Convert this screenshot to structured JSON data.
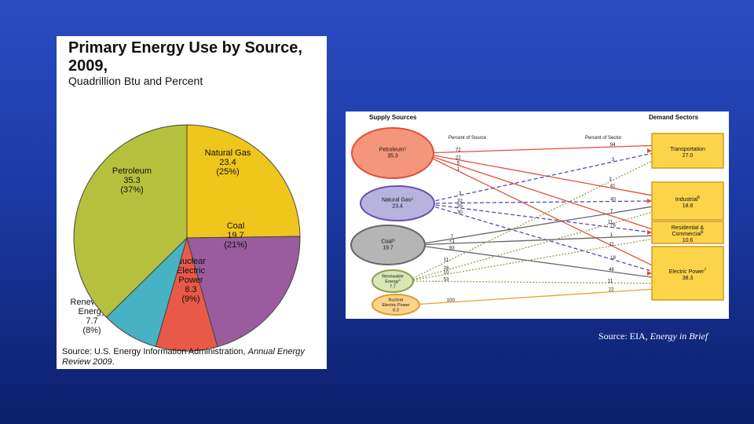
{
  "pie": {
    "title": "Primary Energy Use by Source, 2009,",
    "subtitle": "Quadrillion Btu and Percent",
    "source_prefix": "Source: U.S. Energy Information Administration, ",
    "source_italic": "Annual Energy Review 2009",
    "source_suffix": "."
  },
  "chart_data": [
    {
      "type": "pie",
      "title": "Primary Energy Use by Source, 2009,",
      "subtitle": "Quadrillion Btu and Percent",
      "slices": [
        {
          "label": "Natural Gas",
          "value": 23.4,
          "percent": "(25%)",
          "color": "#efc61c"
        },
        {
          "label": "Coal",
          "value": 19.7,
          "percent": "(21%)",
          "color": "#9a5c9c"
        },
        {
          "label": "Nuclear Electric Power",
          "value": 8.3,
          "percent": "(9%)",
          "color": "#e85a47"
        },
        {
          "label": "Renewable Energy",
          "value": 7.7,
          "percent": "(8%)",
          "color": "#47b2c1"
        },
        {
          "label": "Petroleum",
          "value": 35.3,
          "percent": "(37%)",
          "color": "#b5c13c"
        }
      ]
    },
    {
      "type": "flow",
      "supply_title": "Supply Sources",
      "demand_title": "Demand Sectors",
      "left_axis_label": "Percent of Source",
      "right_axis_label": "Percent of Sector",
      "sources": [
        {
          "name": "Petroleum",
          "sup": "1",
          "value": "35.3",
          "fill": "#f4967a",
          "stroke": "#e0503c"
        },
        {
          "name": "Natural Gas",
          "sup": "2",
          "value": "23.4",
          "fill": "#b7b3de",
          "stroke": "#6b4fb0"
        },
        {
          "name": "Coal",
          "sup": "3",
          "value": "19.7",
          "fill": "#b5b5b5",
          "stroke": "#666666"
        },
        {
          "name": "Renewable Energy",
          "sup": "4",
          "value": "7.7",
          "fill": "#d8e6b8",
          "stroke": "#8aa04a"
        },
        {
          "name": "Nuclear Electric Power",
          "sup": "",
          "value": "8.3",
          "fill": "#fbd38a",
          "stroke": "#e49a2c"
        }
      ],
      "sectors": [
        {
          "name": "Transportation",
          "sup": "",
          "value": "27.0"
        },
        {
          "name": "Industrial",
          "sup": "5",
          "value": "18.8"
        },
        {
          "name": "Residential & Commercial",
          "sup": "6",
          "value": "10.6"
        },
        {
          "name": "Electric Power",
          "sup": "7",
          "value": "38.3"
        }
      ],
      "sector_fill": "#fbd44a",
      "sector_stroke": "#d59a1e",
      "flows": [
        {
          "source": 0,
          "sector": 0,
          "pct_source": "72",
          "pct_sector": "94",
          "style": "petroleum"
        },
        {
          "source": 0,
          "sector": 1,
          "pct_source": "22",
          "pct_sector": "41",
          "style": "petroleum"
        },
        {
          "source": 0,
          "sector": 2,
          "pct_source": "5",
          "pct_sector": "",
          "style": "petroleum"
        },
        {
          "source": 0,
          "sector": 3,
          "pct_source": "1",
          "pct_sector": "1",
          "style": "petroleum"
        },
        {
          "source": 1,
          "sector": 0,
          "pct_source": "3",
          "pct_sector": "3",
          "style": "gas"
        },
        {
          "source": 1,
          "sector": 1,
          "pct_source": "32",
          "pct_sector": "40",
          "style": "gas"
        },
        {
          "source": 1,
          "sector": 2,
          "pct_source": "35",
          "pct_sector": "76",
          "style": "gas"
        },
        {
          "source": 1,
          "sector": 3,
          "pct_source": "30",
          "pct_sector": "18",
          "style": "gas"
        },
        {
          "source": 2,
          "sector": 1,
          "pct_source": "7",
          "pct_sector": "7",
          "style": "coal"
        },
        {
          "source": 2,
          "sector": 2,
          "pct_source": "<1",
          "pct_sector": "1",
          "style": "coal"
        },
        {
          "source": 2,
          "sector": 3,
          "pct_source": "93",
          "pct_sector": "48",
          "style": "coal"
        },
        {
          "source": 3,
          "sector": 0,
          "pct_source": "11",
          "pct_sector": "3",
          "style": "renewable"
        },
        {
          "source": 3,
          "sector": 1,
          "pct_source": "28",
          "pct_sector": "11",
          "style": "renewable"
        },
        {
          "source": 3,
          "sector": 2,
          "pct_source": "10",
          "pct_sector": "1",
          "style": "renewable"
        },
        {
          "source": 3,
          "sector": 3,
          "pct_source": "53",
          "pct_sector": "11",
          "style": "renewable"
        },
        {
          "source": 4,
          "sector": 3,
          "pct_source": "100",
          "pct_sector": "22",
          "style": "nuclear"
        }
      ],
      "flow_colors": {
        "petroleum": "#e0503c",
        "gas": "#5a4ab0",
        "coal": "#666666",
        "renewable": "#8aa04a",
        "nuclear": "#f0a030"
      }
    }
  ],
  "footer": {
    "source_prefix": "Source: EIA, ",
    "source_italic": "Energy in Brief"
  }
}
